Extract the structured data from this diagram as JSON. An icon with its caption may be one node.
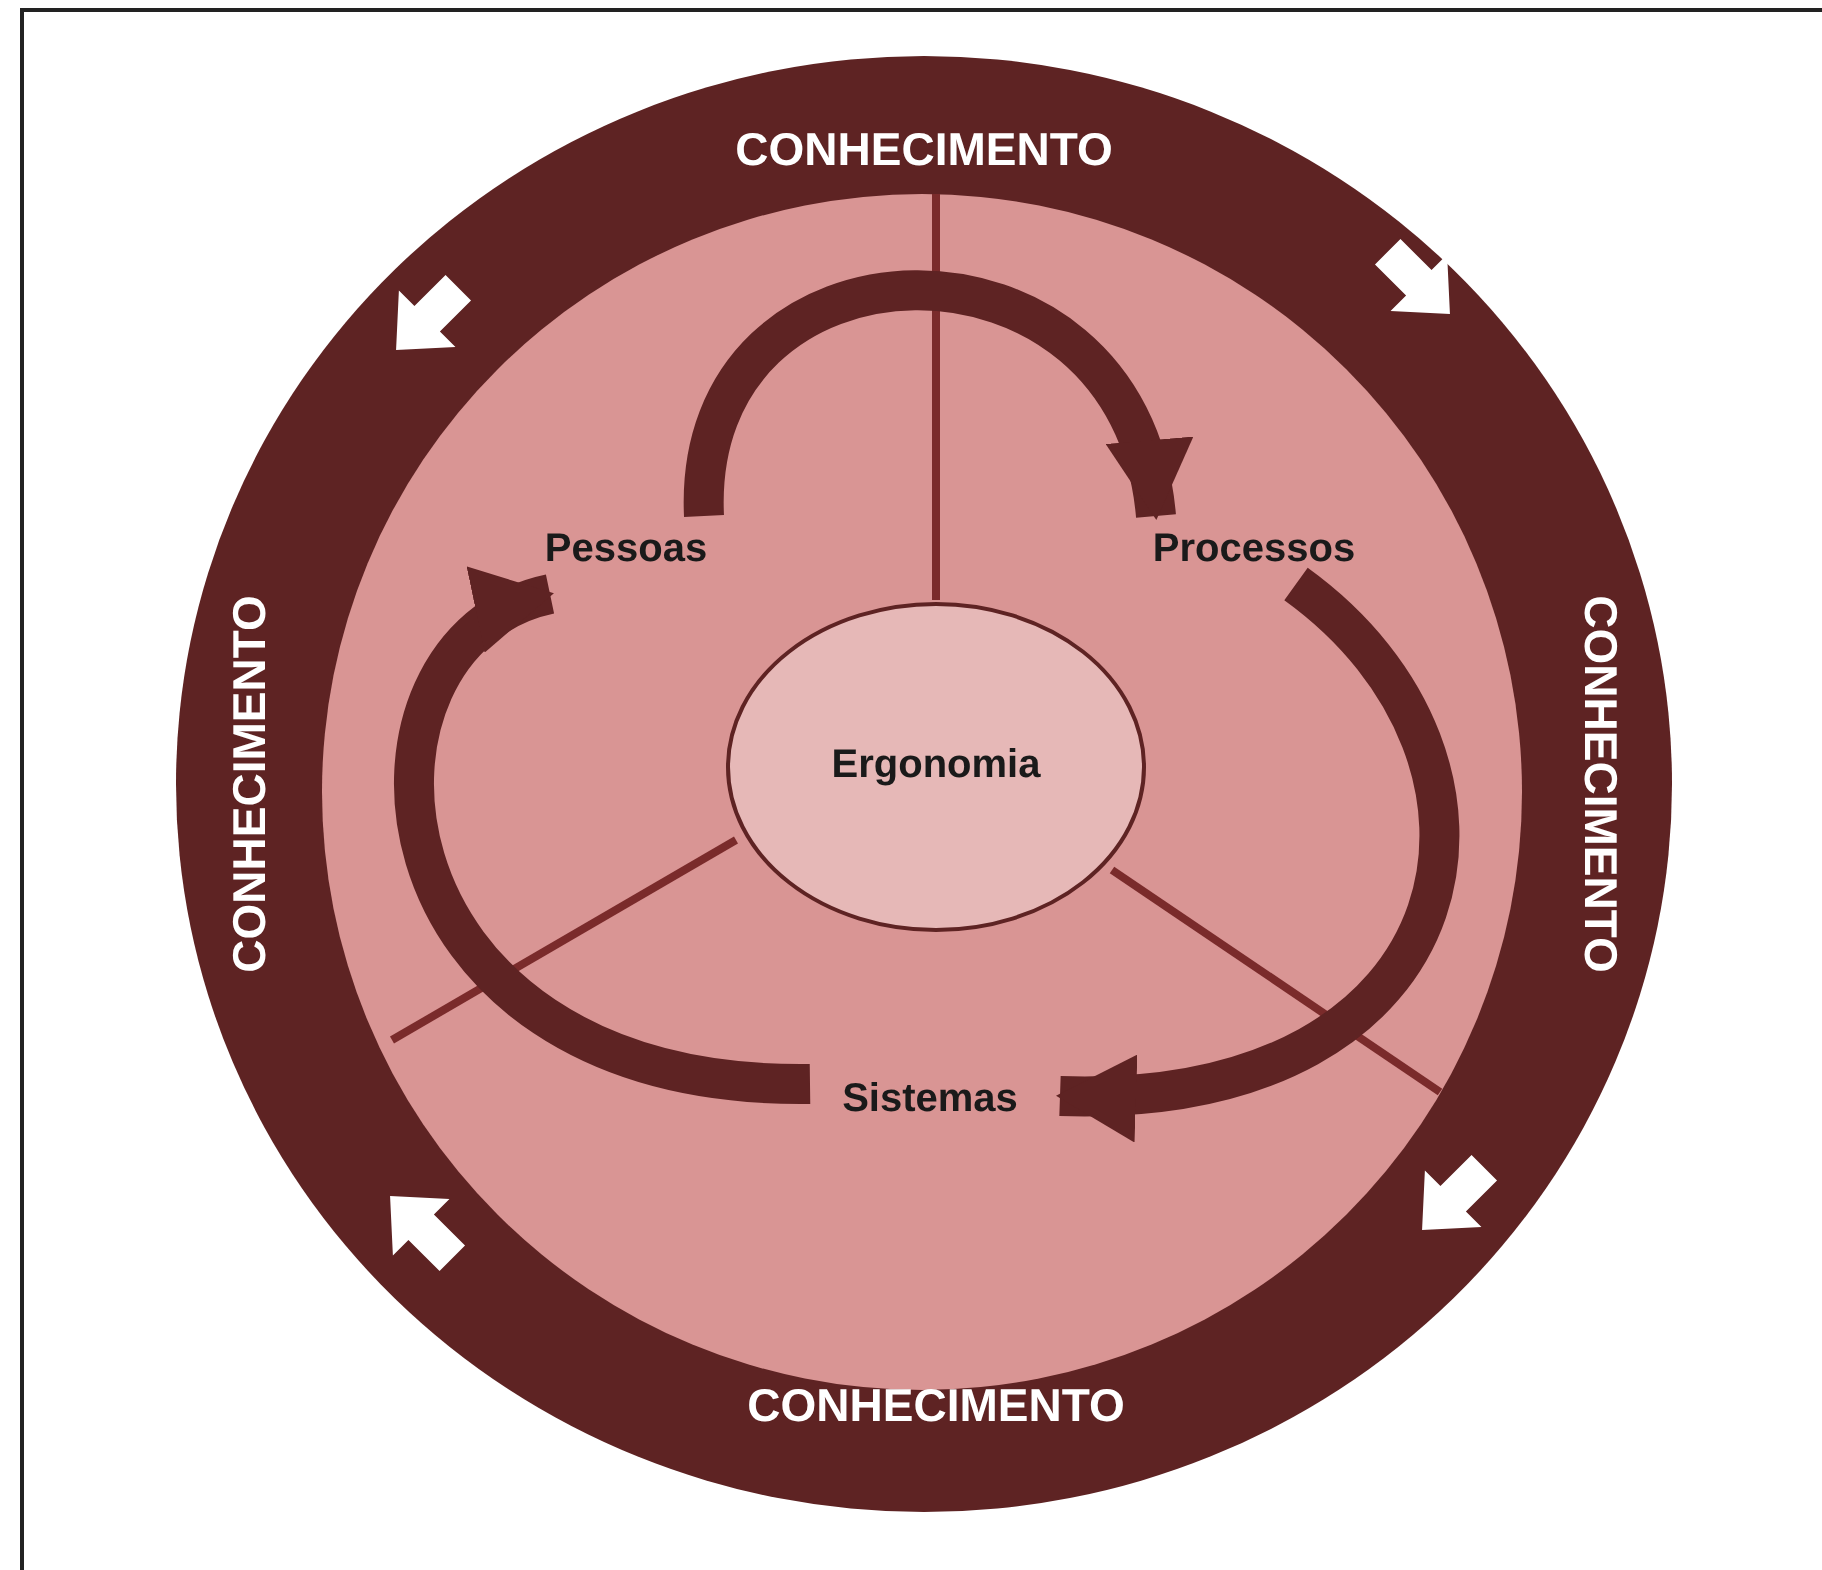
{
  "diagram": {
    "nodes": [
      {
        "text": [
          "CONHECIMENTO",
          "CONHECIMENTO",
          "CONHECIMENTO",
          "CONHECIMENTO"
        ]
      },
      {
        "text": [],
        "shape": "circle",
        "in": 0
      },
      {
        "text": [
          "Pessoas"
        ],
        "in": 1
      },
      {
        "text": [
          "Processos"
        ],
        "in": 1
      },
      {
        "text": [
          "Sistemas"
        ],
        "in": 1
      },
      {
        "text": [
          "Ergonomia"
        ],
        "in": 1
      }
    ],
    "edges": [
      {
        "from": 2,
        "to": 3,
        "arrow": "to"
      },
      {
        "from": 3,
        "to": 4,
        "arrow": "to"
      },
      {
        "from": 4,
        "to": 2,
        "arrow": "to"
      }
    ]
  }
}
